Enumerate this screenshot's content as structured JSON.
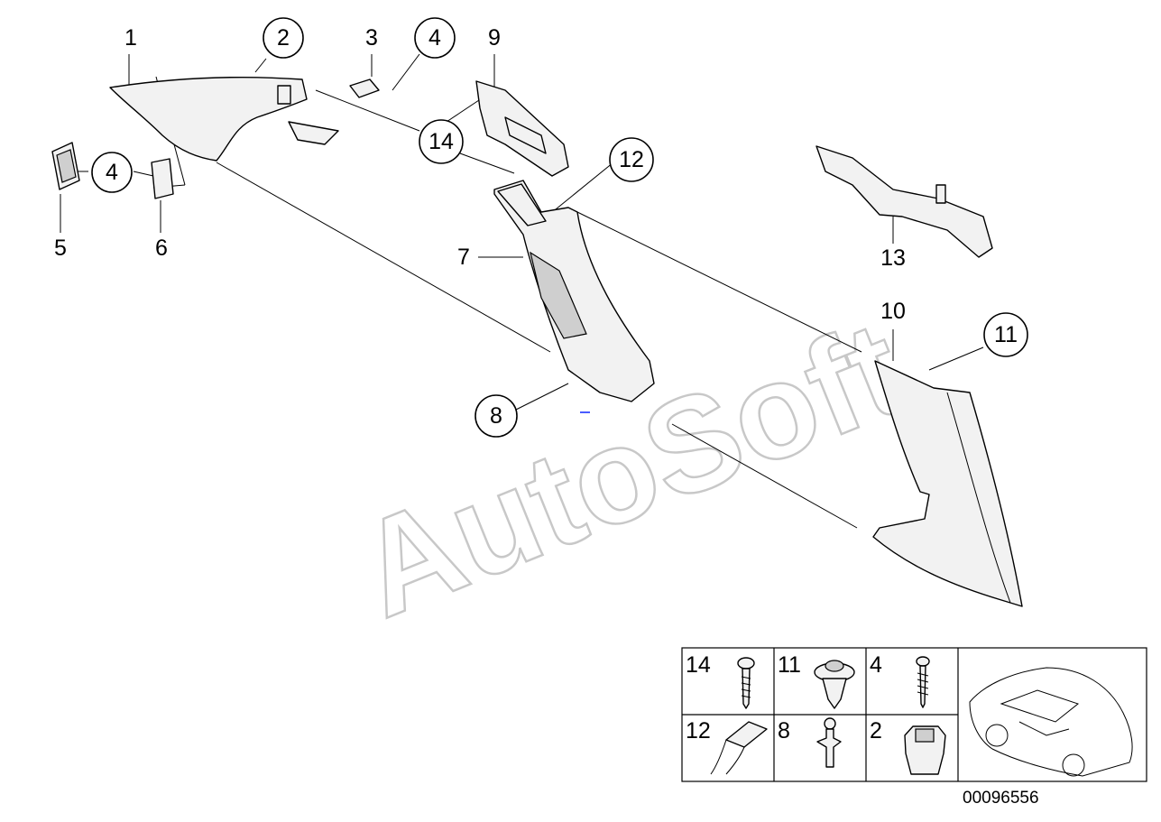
{
  "watermark": "AutoSoft",
  "callouts": {
    "c1": "1",
    "c2": "2",
    "c3": "3",
    "c4a": "4",
    "c4b": "4",
    "c5": "5",
    "c6": "6",
    "c7": "7",
    "c8": "8",
    "c9": "9",
    "c10": "10",
    "c11": "11",
    "c12": "12",
    "c13": "13",
    "c14": "14"
  },
  "legend": {
    "cells": [
      "14",
      "11",
      "4",
      "12",
      "8",
      "2"
    ]
  },
  "reference_number": "00096556"
}
